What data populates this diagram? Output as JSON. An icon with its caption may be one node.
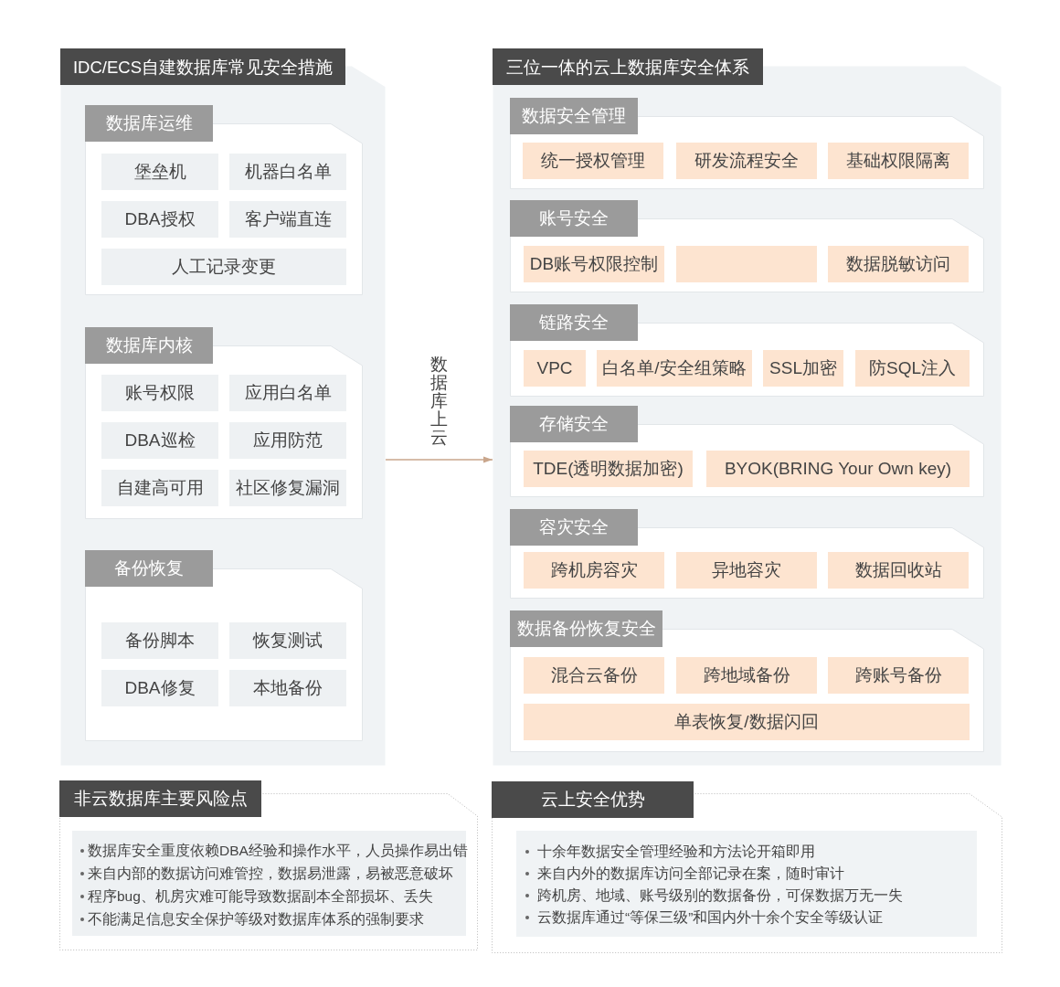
{
  "diagram": {
    "nodes": [
      {
        "text": [
          "IDC/ECS自建数据库常见安全措施"
        ]
      },
      {
        "text": [
          "数据库运维"
        ],
        "in": 0
      },
      {
        "text": [
          "堡垒机"
        ],
        "in": 1
      },
      {
        "text": [
          "机器白名单"
        ],
        "in": 1
      },
      {
        "text": [
          "DBA授权"
        ],
        "in": 1
      },
      {
        "text": [
          "客户端直连"
        ],
        "in": 1
      },
      {
        "text": [
          "人工记录变更"
        ],
        "in": 1
      },
      {
        "text": [
          "数据库内核"
        ],
        "in": 0
      },
      {
        "text": [
          "账号权限"
        ],
        "in": 7
      },
      {
        "text": [
          "应用白名单"
        ],
        "in": 7
      },
      {
        "text": [
          "DBA巡检"
        ],
        "in": 7
      },
      {
        "text": [
          "应用防范"
        ],
        "in": 7
      },
      {
        "text": [
          "自建高可用"
        ],
        "in": 7
      },
      {
        "text": [
          "社区修复漏洞"
        ],
        "in": 7
      },
      {
        "text": [
          "备份恢复"
        ],
        "in": 0
      },
      {
        "text": [
          "备份脚本"
        ],
        "in": 14
      },
      {
        "text": [
          "恢复测试"
        ],
        "in": 14
      },
      {
        "text": [
          "DBA修复"
        ],
        "in": 14
      },
      {
        "text": [
          "本地备份"
        ],
        "in": 14
      },
      {
        "text": [
          "三位一体的云上数据库安全体系"
        ]
      },
      {
        "text": [
          "数据安全管理"
        ],
        "in": 19
      },
      {
        "text": [
          "统一授权管理"
        ],
        "in": 20
      },
      {
        "text": [
          "研发流程安全"
        ],
        "in": 20
      },
      {
        "text": [
          "基础权限隔离"
        ],
        "in": 20
      },
      {
        "text": [
          "账号安全"
        ],
        "in": 19
      },
      {
        "text": [
          "DB账号权限控制"
        ],
        "in": 24
      },
      {
        "text": [],
        "shape": "box",
        "in": 24
      },
      {
        "text": [
          "数据脱敏访问"
        ],
        "in": 24
      },
      {
        "text": [
          "链路安全"
        ],
        "in": 19
      },
      {
        "text": [
          "VPC"
        ],
        "in": 28
      },
      {
        "text": [
          "白名单/安全组策略"
        ],
        "in": 28
      },
      {
        "text": [
          "SSL加密"
        ],
        "in": 28
      },
      {
        "text": [
          "防SQL注入"
        ],
        "in": 28
      },
      {
        "text": [
          "存储安全"
        ],
        "in": 19
      },
      {
        "text": [
          "TDE(透明数据加密)"
        ],
        "in": 33
      },
      {
        "text": [
          "BYOK(BRING Your Own key)"
        ],
        "in": 33
      },
      {
        "text": [
          "容灾安全"
        ],
        "in": 19
      },
      {
        "text": [
          "跨机房容灾"
        ],
        "in": 36
      },
      {
        "text": [
          "异地容灾"
        ],
        "in": 36
      },
      {
        "text": [
          "数据回收站"
        ],
        "in": 36
      },
      {
        "text": [
          "数据备份恢复安全"
        ],
        "in": 19
      },
      {
        "text": [
          "混合云备份"
        ],
        "in": 40
      },
      {
        "text": [
          "跨地域备份"
        ],
        "in": 40
      },
      {
        "text": [
          "跨账号备份"
        ],
        "in": 40
      },
      {
        "text": [
          "单表恢复/数据闪回"
        ],
        "in": 40
      },
      {
        "text": [
          "非云数据库主要风险点"
        ]
      },
      {
        "text": [
          "数据库安全重度依赖DBA经验和操作水平，人员操作易出错",
          "来自内部的数据访问难管控，数据易泄露，易被恶意破坏",
          "程序bug、机房灾难可能导致数据副本全部损坏、丢失",
          "不能满足信息安全保护等级对数据库体系的强制要求"
        ],
        "in": 45
      },
      {
        "text": [
          "云上安全优势"
        ]
      },
      {
        "text": [
          "十余年数据安全管理经验和方法论开箱即用",
          "来自内外的数据库访问全部记录在案，随时审计",
          "跨机房、地域、账号级别的数据备份，可保数据万无一失",
          "云数据库通过“等保三级”和国内外十余个安全等级认证"
        ],
        "in": 47
      }
    ],
    "edges": [
      {
        "from": 0,
        "to": 19,
        "arrow": "to",
        "label": "数据库上云"
      }
    ]
  }
}
